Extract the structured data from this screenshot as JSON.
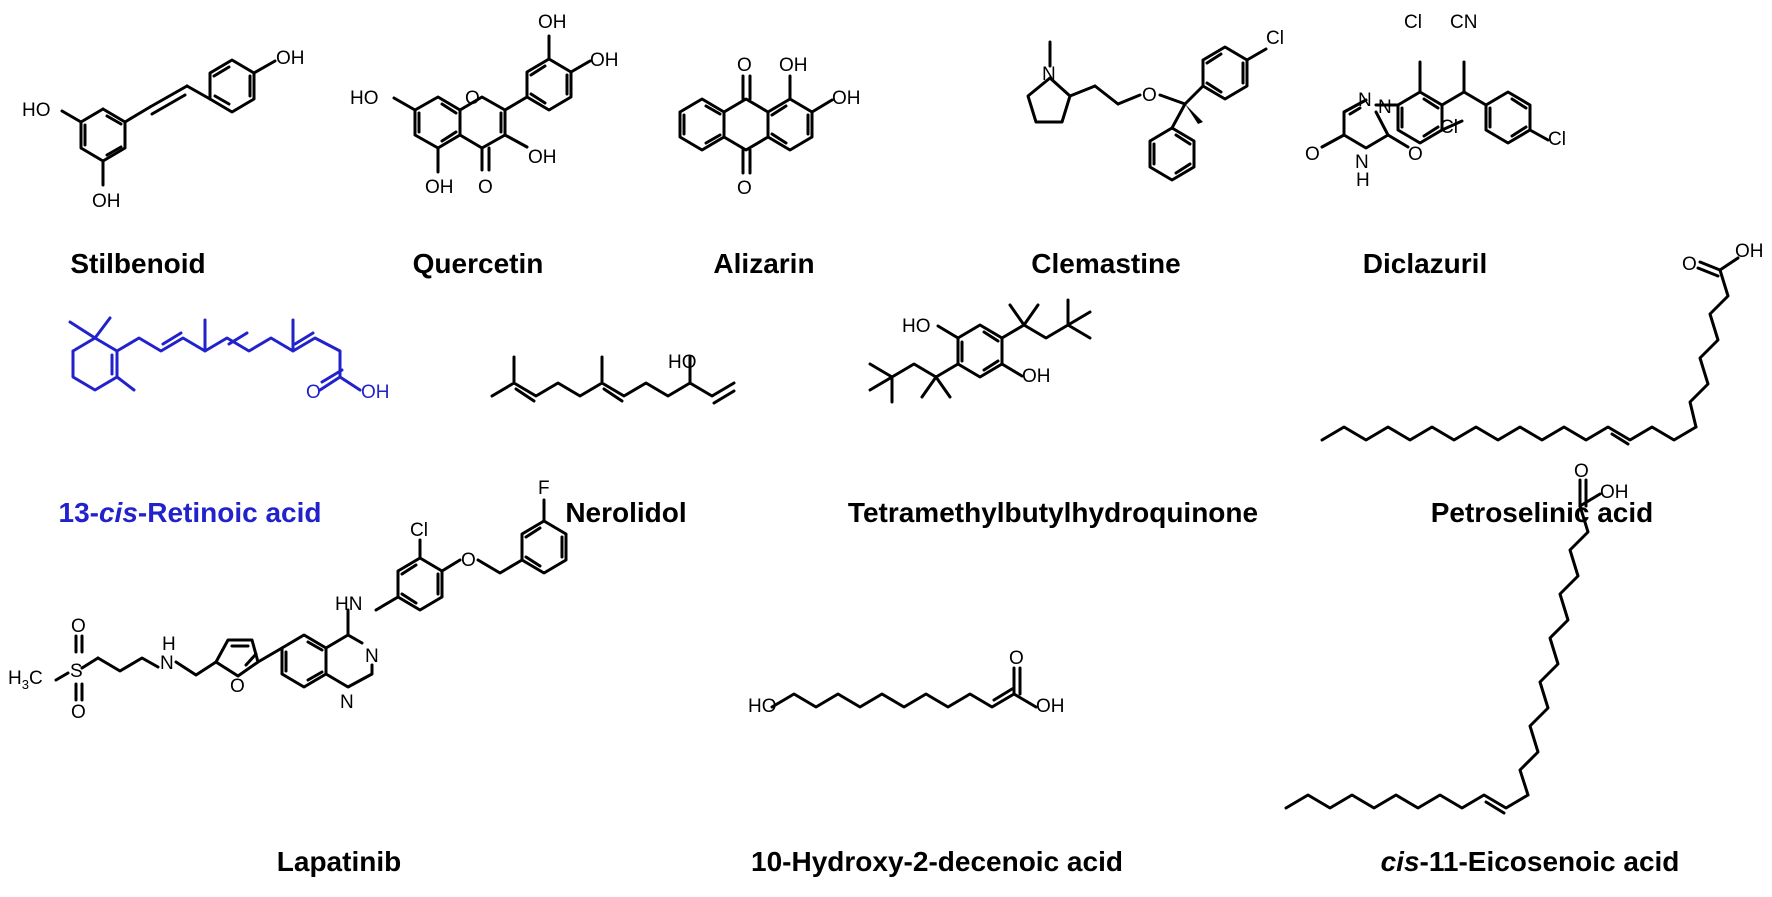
{
  "compounds": [
    {
      "name": "Stilbenoid"
    },
    {
      "name": "Quercetin"
    },
    {
      "name": "Alizarin"
    },
    {
      "name": "Clemastine"
    },
    {
      "name": "Diclazuril"
    },
    {
      "name_parts": [
        "13-",
        "cis",
        "-Retinoic acid"
      ],
      "highlight_color": "#2222cc"
    },
    {
      "name": "Nerolidol"
    },
    {
      "name": "Tetramethylbutylhydroquinone"
    },
    {
      "name": "Petroselinic acid"
    },
    {
      "name": "Lapatinib"
    },
    {
      "name": "10-Hydroxy-2-decenoic acid"
    },
    {
      "name_parts": [
        "cis",
        "-11-Eicosenoic acid"
      ]
    }
  ],
  "atoms": {
    "oh": "OH",
    "ho": "HO",
    "o": "O",
    "n": "N",
    "nh": "H",
    "cl": "Cl",
    "cn": "CN",
    "f": "F",
    "hn": "HN",
    "s": "S",
    "h3c": "H",
    "h3c_sub": "3",
    "h3c_c": "C"
  }
}
